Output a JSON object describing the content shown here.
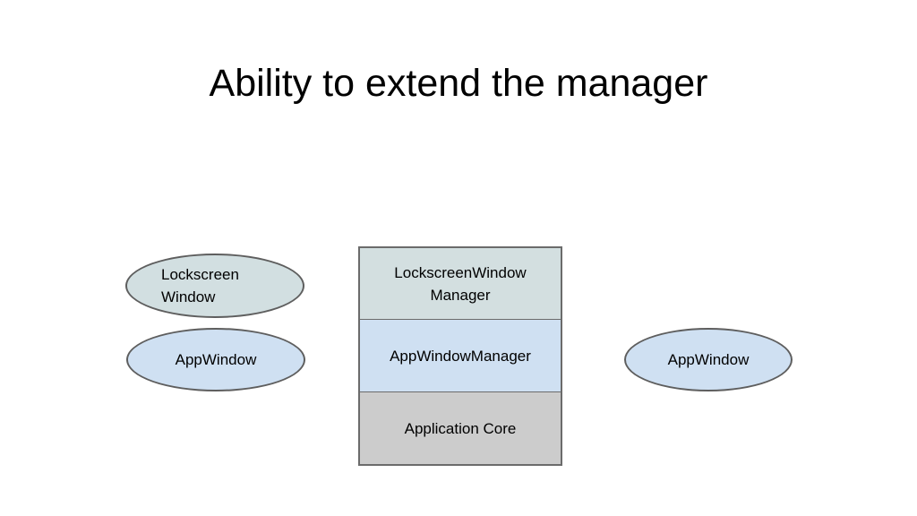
{
  "slide": {
    "title": "Ability to extend the manager",
    "background_color": "#ffffff"
  },
  "diagram": {
    "stack": {
      "name": "manager-stack",
      "border_color": "#6b6b6b",
      "layers": [
        {
          "id": "lockscreenwindowmanager",
          "line1": "LockscreenWindow",
          "line2": "Manager",
          "fill": "#d3dfe0"
        },
        {
          "id": "appwindowmanager",
          "line1": "AppWindowManager",
          "line2": "",
          "fill": "#cfe0f2"
        },
        {
          "id": "application-core",
          "line1": "Application Core",
          "line2": "",
          "fill": "#cccccc"
        }
      ]
    },
    "ellipses": [
      {
        "id": "lockscreen-window",
        "line1": "Lockscreen",
        "line2": "Window",
        "fill": "#d2dfe1",
        "border": "#5e5e5e"
      },
      {
        "id": "app-window-left",
        "line1": "AppWindow",
        "line2": "",
        "fill": "#cfe0f2",
        "border": "#5e5e5e"
      },
      {
        "id": "app-window-right",
        "line1": "AppWindow",
        "line2": "",
        "fill": "#cfe0f2",
        "border": "#5e5e5e"
      }
    ]
  }
}
